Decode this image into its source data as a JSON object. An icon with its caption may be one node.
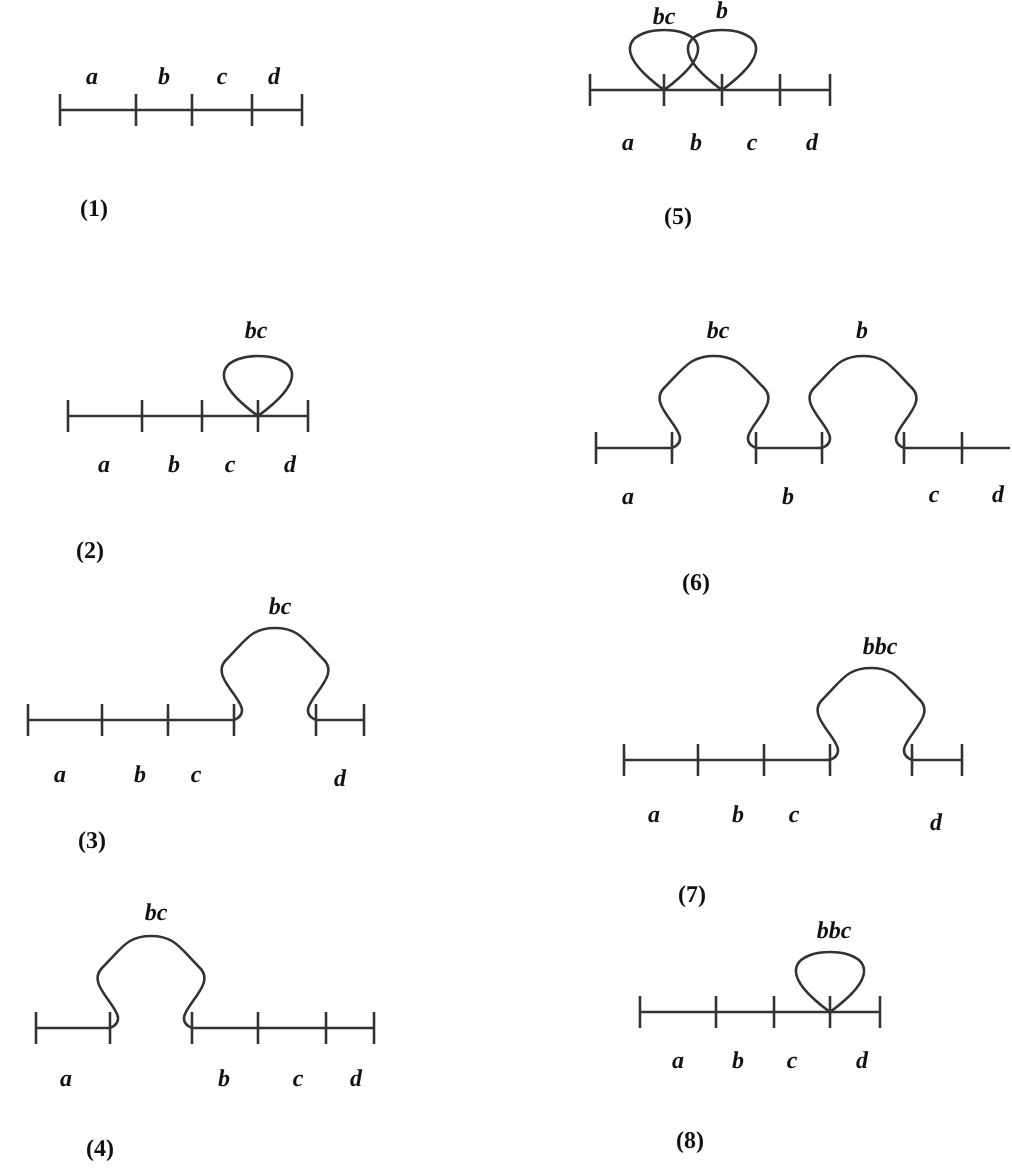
{
  "diagram": {
    "labels": [
      "a",
      "b",
      "c",
      "d",
      "(1)",
      "bc",
      "b",
      "a",
      "b",
      "c",
      "d",
      "(5)",
      "bc",
      "a",
      "b",
      "c",
      "d",
      "(2)",
      "bc",
      "b",
      "a",
      "b",
      "c",
      "d",
      "(6)",
      "bc",
      "a",
      "b",
      "c",
      "d",
      "(3)",
      "bbc",
      "a",
      "b",
      "c",
      "d",
      "(7)",
      "bc",
      "a",
      "b",
      "c",
      "d",
      "(4)",
      "bbc",
      "a",
      "b",
      "c",
      "d",
      "(8)"
    ]
  }
}
